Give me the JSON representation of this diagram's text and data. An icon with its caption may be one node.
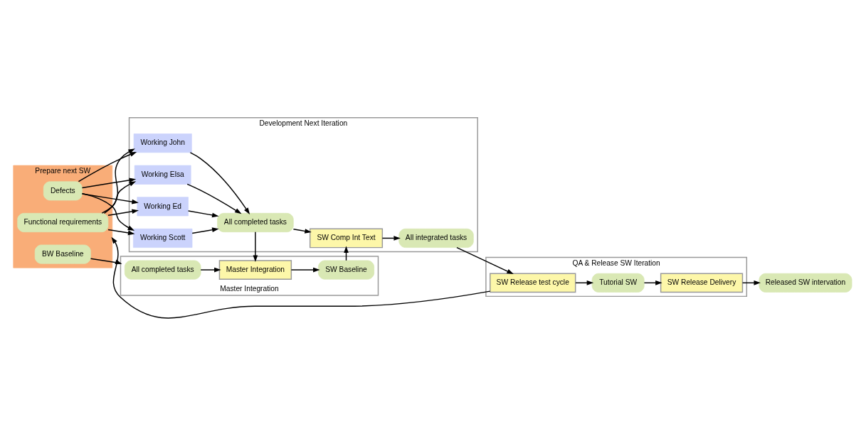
{
  "diagram": {
    "nodes": [
      {
        "text": [
          "Prepare next SW"
        ]
      },
      {
        "text": [
          "Functional requirements"
        ],
        "in": 0
      },
      {
        "text": [
          "Defects"
        ],
        "in": 0
      },
      {
        "text": [
          "Development Next Iteration"
        ]
      },
      {
        "text": [
          "Working John"
        ],
        "in": 3
      },
      {
        "text": [
          "Working Elsa"
        ],
        "in": 3
      },
      {
        "text": [
          "Working Ed"
        ],
        "in": 3
      },
      {
        "text": [
          "Working Scott"
        ],
        "in": 3
      },
      {
        "text": [
          "All completed tasks"
        ],
        "in": 3
      },
      {
        "text": [
          "SW Comp Int Text"
        ],
        "in": 3
      },
      {
        "text": [
          "All integrated tasks"
        ],
        "in": 3
      },
      {
        "text": [
          "QA & Release SW Iteration"
        ]
      },
      {
        "text": [
          "SW Release test cycle"
        ],
        "in": 11
      },
      {
        "text": [
          "Tutorial SW"
        ],
        "in": 11
      },
      {
        "text": [
          "SW Release Delivery"
        ],
        "in": 11
      },
      {
        "text": [
          "Master Integration"
        ]
      },
      {
        "text": [
          "All completed tasks"
        ],
        "in": 15
      },
      {
        "text": [
          "Master Integration"
        ],
        "in": 15
      },
      {
        "text": [
          "SW Baseline"
        ],
        "in": 15
      },
      {
        "text": [
          "BW Baseline"
        ],
        "in": 0
      },
      {
        "text": [
          "Released SW intervation"
        ]
      }
    ],
    "edges": [
      {
        "from": 1,
        "to": 4,
        "arrow": "to"
      },
      {
        "from": 1,
        "to": 5,
        "arrow": "to"
      },
      {
        "from": 1,
        "to": 6,
        "arrow": "to"
      },
      {
        "from": 1,
        "to": 7,
        "arrow": "to"
      },
      {
        "from": 2,
        "to": 4,
        "arrow": "to"
      },
      {
        "from": 2,
        "to": 5,
        "arrow": "to"
      },
      {
        "from": 2,
        "to": 6,
        "arrow": "to"
      },
      {
        "from": 2,
        "to": 7,
        "arrow": "to"
      },
      {
        "from": 4,
        "to": 8,
        "arrow": "to"
      },
      {
        "from": 5,
        "to": 8,
        "arrow": "to"
      },
      {
        "from": 6,
        "to": 8,
        "arrow": "to"
      },
      {
        "from": 7,
        "to": 8,
        "arrow": "to"
      },
      {
        "from": 8,
        "to": 9,
        "arrow": "to"
      },
      {
        "from": 9,
        "to": 10,
        "arrow": "to"
      },
      {
        "from": 10,
        "to": 12,
        "arrow": "to"
      },
      {
        "from": 12,
        "to": 13,
        "arrow": "to"
      },
      {
        "from": 13,
        "to": 14,
        "arrow": "to"
      },
      {
        "from": 8,
        "to": 17,
        "arrow": "to"
      },
      {
        "from": 16,
        "to": 17,
        "arrow": "to"
      },
      {
        "from": 17,
        "to": 18,
        "arrow": "to"
      },
      {
        "from": 18,
        "to": 9,
        "arrow": "to"
      },
      {
        "from": 12,
        "to": 0,
        "arrow": "to"
      },
      {
        "from": 19,
        "to": 15,
        "arrow": "to"
      },
      {
        "from": 14,
        "to": 20,
        "arrow": "to"
      }
    ]
  }
}
